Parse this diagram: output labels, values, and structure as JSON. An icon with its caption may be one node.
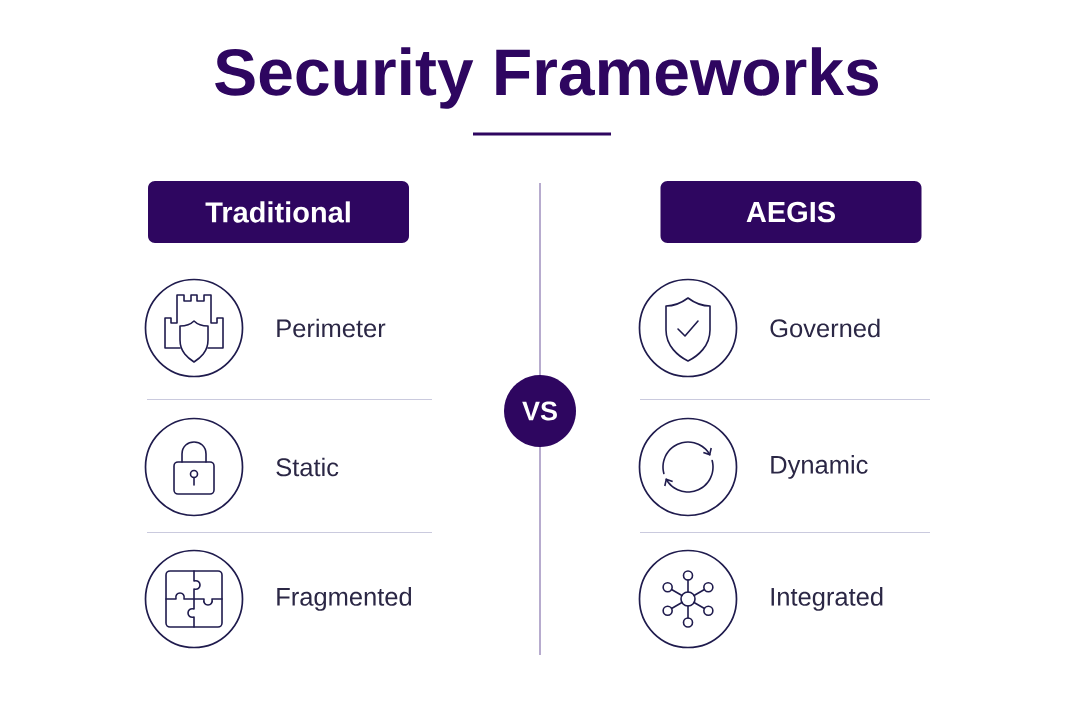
{
  "diagram": {
    "title": "Security Frameworks",
    "nodes": [
      {
        "text": [
          "Traditional"
        ]
      },
      {
        "text": [],
        "shape": "circle",
        "beside": [
          "Perimeter"
        ]
      },
      {
        "text": [],
        "shape": "circle",
        "beside": [
          "Static"
        ]
      },
      {
        "text": [],
        "shape": "circle",
        "beside": [
          "Fragmented"
        ]
      },
      {
        "text": [
          "VS"
        ]
      },
      {
        "text": [
          "AEGIS"
        ]
      },
      {
        "text": [],
        "shape": "circle",
        "beside": [
          "Governed"
        ]
      },
      {
        "text": [],
        "shape": "circle",
        "beside": [
          "Dynamic"
        ]
      },
      {
        "text": [],
        "shape": "circle",
        "beside": [
          "Integrated"
        ]
      }
    ]
  }
}
